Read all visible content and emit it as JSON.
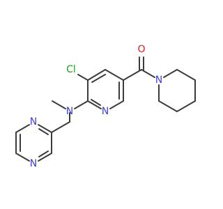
{
  "colors": {
    "bond": "#3b3b3b",
    "nitrogen": "#3f3fd6",
    "oxygen": "#e0201b",
    "chlorine": "#1ca01c",
    "background": "#ffffff"
  },
  "labels": {
    "oxygen": "O",
    "chlorine": "Cl",
    "methylamine_nitrogen": "N",
    "pyridine_nitrogen": "N",
    "piperidine_nitrogen": "N",
    "pyrazine_nitrogen_top": "N",
    "pyrazine_nitrogen_bottom": "N"
  }
}
